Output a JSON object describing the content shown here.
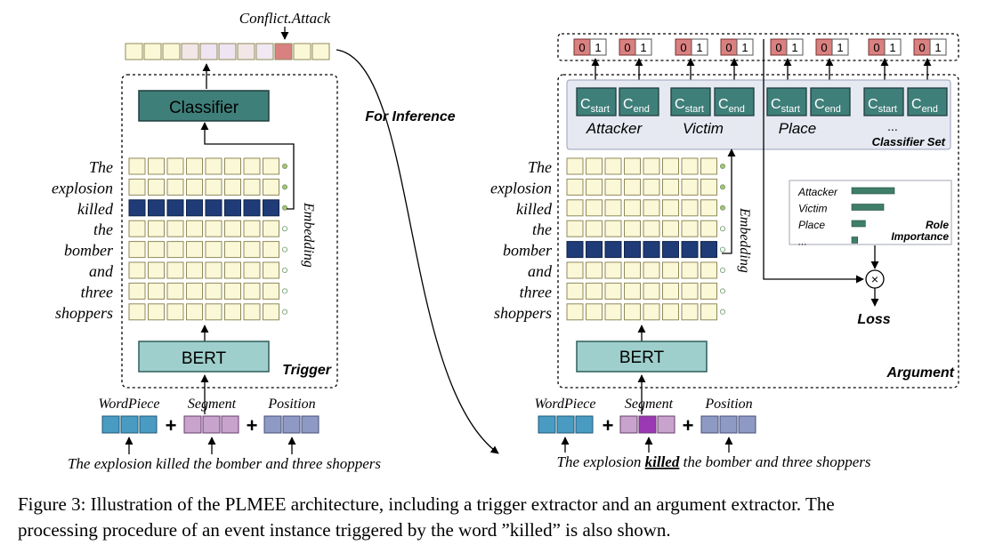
{
  "trigger_panel": {
    "conflict_label": "Conflict.Attack",
    "classifier_label": "Classifier",
    "bert_label": "BERT",
    "panel_label": "Trigger",
    "embedding_label": "Embedding",
    "tokens": [
      "The",
      "explosion",
      "killed",
      "the",
      "bomber",
      "and",
      "three",
      "shoppers"
    ],
    "highlight_row": 2,
    "embed_labels": {
      "wordpiece": "WordPiece",
      "segment": "Segment",
      "position": "Position"
    },
    "plus": "+",
    "sentence": "The explosion killed the bomber and three shoppers"
  },
  "inference_label": "For Inference",
  "argument_panel": {
    "binary_pairs": [
      [
        "0",
        "1"
      ],
      [
        "0",
        "1"
      ],
      [
        "0",
        "1"
      ],
      [
        "0",
        "1"
      ],
      [
        "0",
        "1"
      ],
      [
        "0",
        "1"
      ],
      [
        "0",
        "1"
      ],
      [
        "0",
        "1"
      ]
    ],
    "c_main": "C",
    "c_start_sub": "start",
    "c_end_sub": "end",
    "roles": [
      "Attacker",
      "Victim",
      "Place"
    ],
    "ellipsis": "...",
    "classifier_set_label": "Classifier Set",
    "role_importance": {
      "items": [
        {
          "name": "Attacker",
          "value": 1.0
        },
        {
          "name": "Victim",
          "value": 0.75
        },
        {
          "name": "Place",
          "value": 0.32
        },
        {
          "name": "...",
          "value": 0.14
        }
      ],
      "label_line1": "Role",
      "label_line2": "Importance"
    },
    "multiply_symbol": "×",
    "loss_label": "Loss",
    "bert_label": "BERT",
    "panel_label": "Argument",
    "embedding_label": "Embedding",
    "tokens": [
      "The",
      "explosion",
      "killed",
      "the",
      "bomber",
      "and",
      "three",
      "shoppers"
    ],
    "highlight_row": 4,
    "embed_labels": {
      "wordpiece": "WordPiece",
      "segment": "Segment",
      "position": "Position"
    },
    "plus": "+",
    "sentence_before": "The explosion",
    "sentence_trigger": "killed",
    "sentence_after": "the bomber and three shoppers"
  },
  "caption": {
    "line1": "Figure 3:  Illustration of the PLMEE architecture, including a trigger extractor and an argument extractor.  The",
    "line2": "processing procedure of an event instance triggered by the word ”killed” is also shown."
  },
  "colors": {
    "cell_fill": "#fbf8d8",
    "cell_stroke": "#8f8a5a",
    "highlight_fill": "#1f3c78",
    "classifier_fill": "#3f7f7a",
    "bert_fill": "#9ecfcc",
    "wordpiece_fill": "#4a9bc2",
    "segment_fill": "#c8a4cc",
    "segment_active_fill": "#9b38b3",
    "position_fill": "#8f9ac4",
    "output_red": "#d98080",
    "cset_fill": "#e6e9f2",
    "role_bar": "#3f7f6a"
  }
}
